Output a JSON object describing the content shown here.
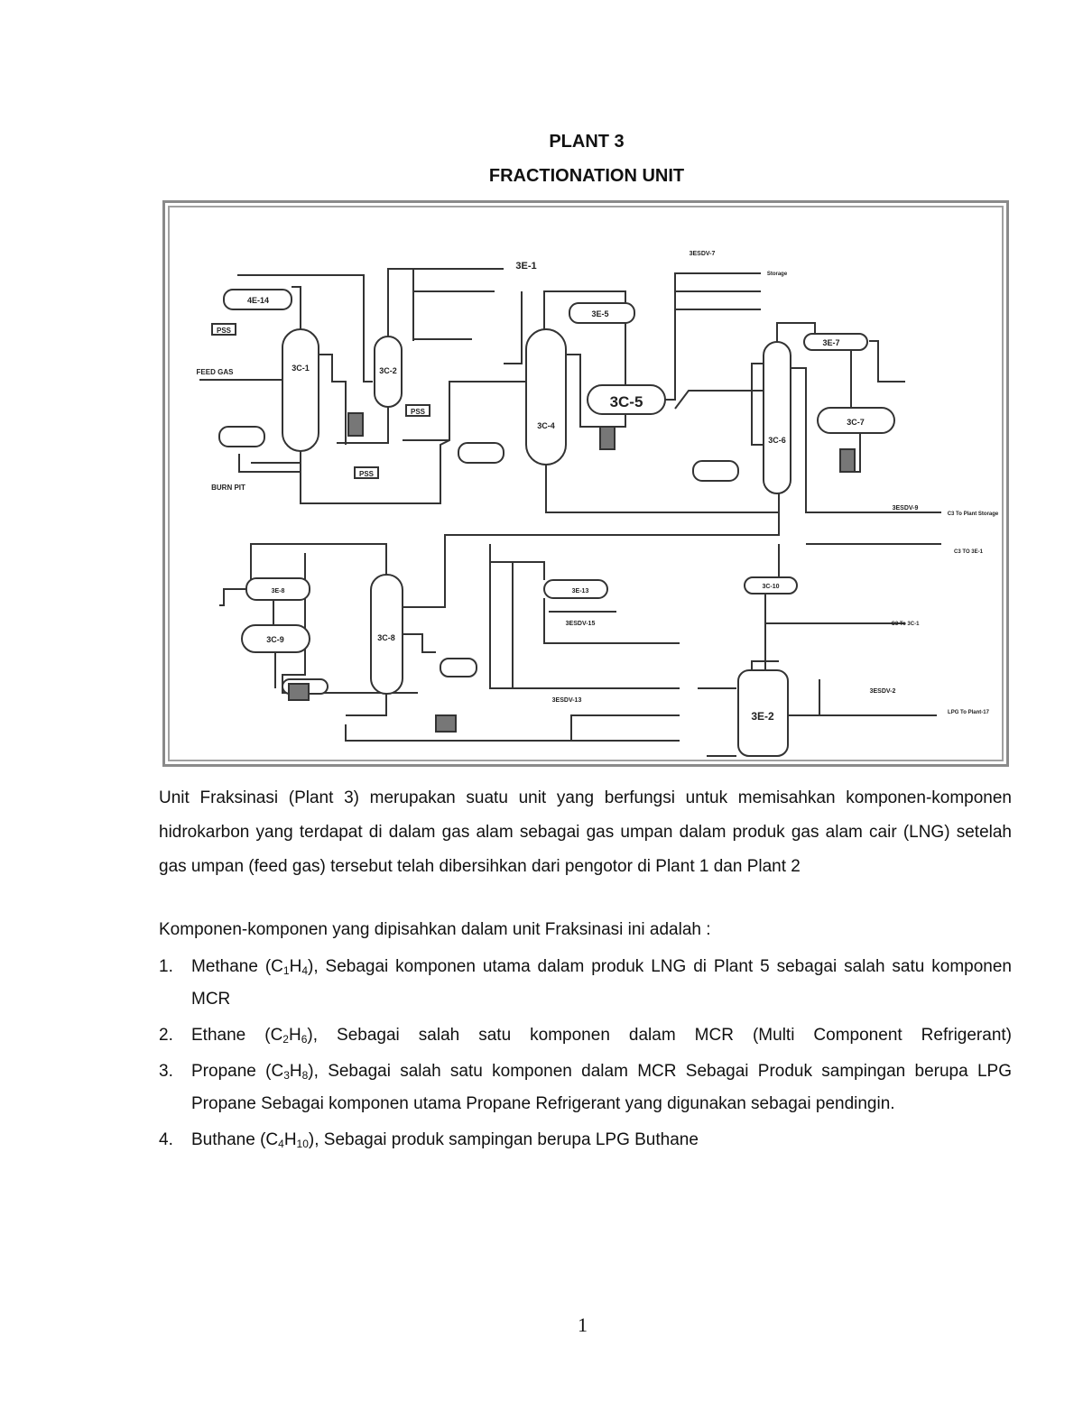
{
  "title": "PLANT 3",
  "subtitle": "FRACTIONATION UNIT",
  "diagram": {
    "labels": {
      "c1": "3C-1",
      "c2": "3C-2",
      "c4": "3C-4",
      "c5": "3C-5",
      "c6": "3C-6",
      "c7": "3C-7",
      "c8": "3C-8",
      "c9": "3C-9",
      "c10": "3C-10",
      "e14": "4E-14",
      "e1": "3E-1",
      "e5": "3E-5",
      "e7": "3E-7",
      "e2": "3E-2",
      "e13": "3E-13",
      "e8": "3E-8",
      "feed_gas": "FEED GAS",
      "burn_pit": "BURN PIT",
      "pss1": "PSS",
      "pss2": "PSS",
      "pss3": "PSS",
      "esdv7": "3ESDV-7",
      "esdv9": "3ESDV-9",
      "esdv15": "3ESDV-15",
      "esdv13": "3ESDV-13",
      "esdv2": "3ESDV-2",
      "storage": "Storage",
      "c3_storage": "C3 To Plant Storage",
      "c3_3e1": "C3 TO 3E-1",
      "c3_3c1": "C3 To 3C-1",
      "lpg_plant17": "LPG To Plant-17"
    }
  },
  "paragraph1": "Unit Fraksinasi (Plant 3) merupakan suatu unit yang berfungsi untuk memisahkan komponen-komponen hidrokarbon yang terdapat di dalam gas alam sebagai gas umpan dalam produk gas alam cair (LNG) setelah gas umpan (feed gas) tersebut telah dibersihkan dari pengotor di Plant 1 dan Plant 2",
  "paragraph2": "Komponen-komponen yang dipisahkan dalam unit Fraksinasi ini adalah :",
  "items": [
    {
      "num": "1.",
      "pre": "Methane (C",
      "c": "1",
      "h": "H",
      "hn": "4",
      "post": "), Sebagai komponen utama dalam produk LNG di Plant 5 sebagai salah satu komponen MCR"
    },
    {
      "num": "2.",
      "pre": "Ethane (C",
      "c": "2",
      "h": "H",
      "hn": "6",
      "post": "), Sebagai salah satu komponen dalam MCR (Multi Component Refrigerant)"
    },
    {
      "num": "3.",
      "pre": "Propane (C",
      "c": "3",
      "h": "H",
      "hn": "8",
      "post": "), Sebagai salah satu komponen dalam MCR Sebagai Produk sampingan berupa LPG Propane Sebagai komponen utama Propane Refrigerant yang digunakan sebagai pendingin."
    },
    {
      "num": "4.",
      "pre": "Buthane (C",
      "c": "4",
      "h": "H",
      "hn": "10",
      "post": "), Sebagai produk sampingan berupa LPG Buthane"
    }
  ],
  "page_number": "1"
}
